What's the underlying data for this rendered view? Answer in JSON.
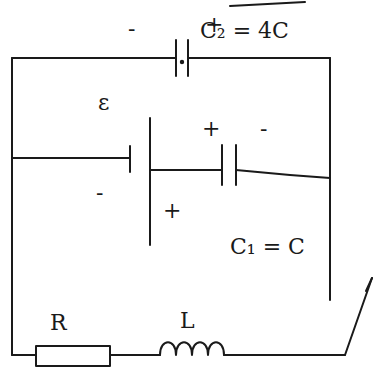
{
  "diagram": {
    "labels": [
      "-",
      "+",
      "C₂ = 4C",
      "ε",
      "-",
      "+",
      "+",
      "-",
      "C₁ = C",
      "R",
      "L"
    ]
  }
}
